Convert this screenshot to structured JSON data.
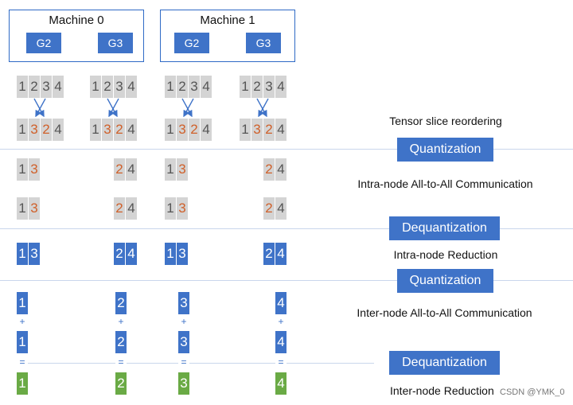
{
  "machines": [
    {
      "title": "Machine 0",
      "gpus": [
        "G2",
        "G3"
      ]
    },
    {
      "title": "Machine 1",
      "gpus": [
        "G2",
        "G3"
      ]
    }
  ],
  "original_order": [
    "1",
    "2",
    "3",
    "4"
  ],
  "reordered": [
    "1",
    "3",
    "2",
    "4"
  ],
  "a2a_halves": {
    "left": [
      "1",
      "3"
    ],
    "right": [
      "2",
      "4"
    ]
  },
  "reduced": {
    "left": [
      "1",
      "3"
    ],
    "right": [
      "2",
      "4"
    ]
  },
  "inter_node": [
    "1",
    "2",
    "3",
    "4"
  ],
  "plus_sign": "+",
  "eq_sign": "=",
  "stages": {
    "quantization_1": "Quantization",
    "dequantization_1": "Dequantization",
    "quantization_2": "Quantization",
    "dequantization_2": "Dequantization"
  },
  "labels": {
    "reorder": "Tensor slice reordering",
    "intra_a2a": "Intra-node All-to-All Communication",
    "intra_reduction": "Intra-node Reduction",
    "inter_a2a": "Inter-node All-to-All Communication",
    "inter_reduction": "Inter-node Reduction"
  },
  "watermark": "CSDN @YMK_0",
  "colors": {
    "accent": "#3f73c8",
    "highlight": "#d0602a",
    "result": "#6aaa45",
    "slice_bg": "#d4d4d4"
  }
}
